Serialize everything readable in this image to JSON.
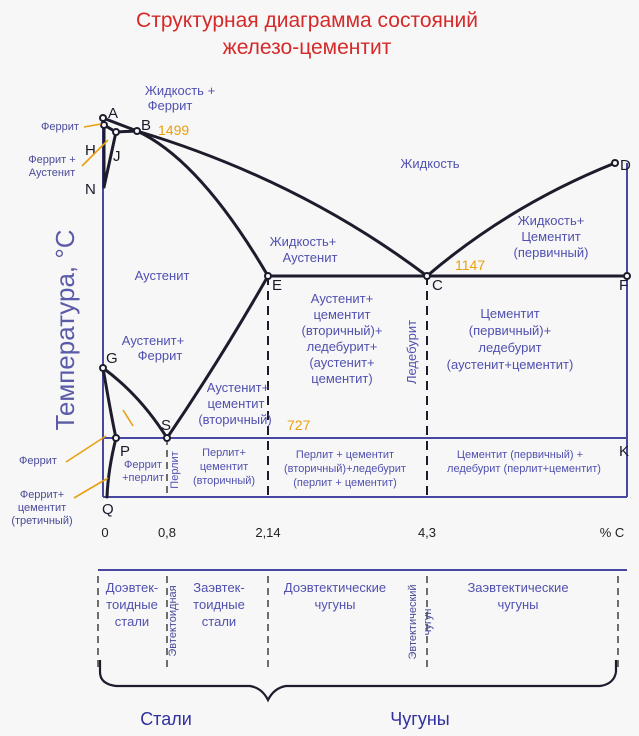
{
  "title": {
    "line1": "Структурная диаграмма состояний",
    "line2": "железо-цементит"
  },
  "y_axis_label": "Температура, °С",
  "points": {
    "A": "A",
    "B": "B",
    "H": "H",
    "J": "J",
    "N": "N",
    "D": "D",
    "E": "E",
    "C": "C",
    "F": "F",
    "G": "G",
    "S": "S",
    "P": "P",
    "K": "K",
    "Q": "Q"
  },
  "temperatures": {
    "t1499": "1499",
    "t1147": "1147",
    "t727": "727"
  },
  "x_ticks": [
    "0",
    "0,8",
    "2,14",
    "4,3",
    "% C"
  ],
  "regions": {
    "liquid_ferrite": [
      "Жидкость +",
      "Феррит"
    ],
    "ferrite_top": "Феррит",
    "ferrite_austenite": [
      "Феррит +",
      "Аустенит"
    ],
    "liquid": "Жидкость",
    "liquid_austenite": [
      "Жидкость+",
      "Аустенит"
    ],
    "liquid_cementite": [
      "Жидкость+",
      "Цементит",
      "(первичный)"
    ],
    "austenite": "Аустенит",
    "austenite_ferrite": [
      "Аустенит+",
      "Феррит"
    ],
    "austenite_cementite_ledeburite": [
      "Аустенит+",
      "цементит",
      "(вторичный)+",
      "ледебурит+",
      "(аустенит+",
      "цементит)"
    ],
    "cementite_ledeburite": [
      "Цементит",
      "(первичный)+",
      "ледебурит",
      "(аустенит+цементит)"
    ],
    "austenite_cementite": [
      "Аустенит+",
      "цементит",
      "(вторичный)"
    ],
    "ledeburite_vertical": "Ледебурит",
    "ferrite_left": "Феррит",
    "ferrite_pearlite": [
      "Феррит",
      "+перлит"
    ],
    "pearlite_vertical": "Перлит",
    "pearlite_cementite": [
      "Перлит+",
      "цементит",
      "(вторичный)"
    ],
    "pearlite_cementite_ledeburite": [
      "Перлит + цементит",
      "(вторичный)+ледебурит",
      "(перлит + цементит)"
    ],
    "cementite_ledeburite_pearlite": [
      "Цементит (первичный) +",
      "ледебурит (перлит+цементит)"
    ],
    "ferrite_cementite_tertiary": [
      "Феррит+",
      "цементит",
      "(третичный)"
    ]
  },
  "classification": {
    "hypoeutectoid_steels": [
      "Доэвтек-",
      "тоидные",
      "стали"
    ],
    "eutectoid": "Эвтектоидная",
    "hypereutectoid_steels": [
      "Заэвтек-",
      "тоидные",
      "стали"
    ],
    "hypoeutectic_irons": [
      "Доэвтектические",
      "чугуны"
    ],
    "eutectic_irons": [
      "Эвтектический",
      "чугун"
    ],
    "hypereutectic_irons": [
      "Заэвтектические",
      "чугуны"
    ],
    "steels": "Стали",
    "cast_irons": "Чугуны"
  },
  "colors": {
    "title": "#d42a2a",
    "region_text": "#5050b0",
    "temperature_text": "#e8a010",
    "lines": "#1c1c2c",
    "frame": "#4848a0"
  }
}
